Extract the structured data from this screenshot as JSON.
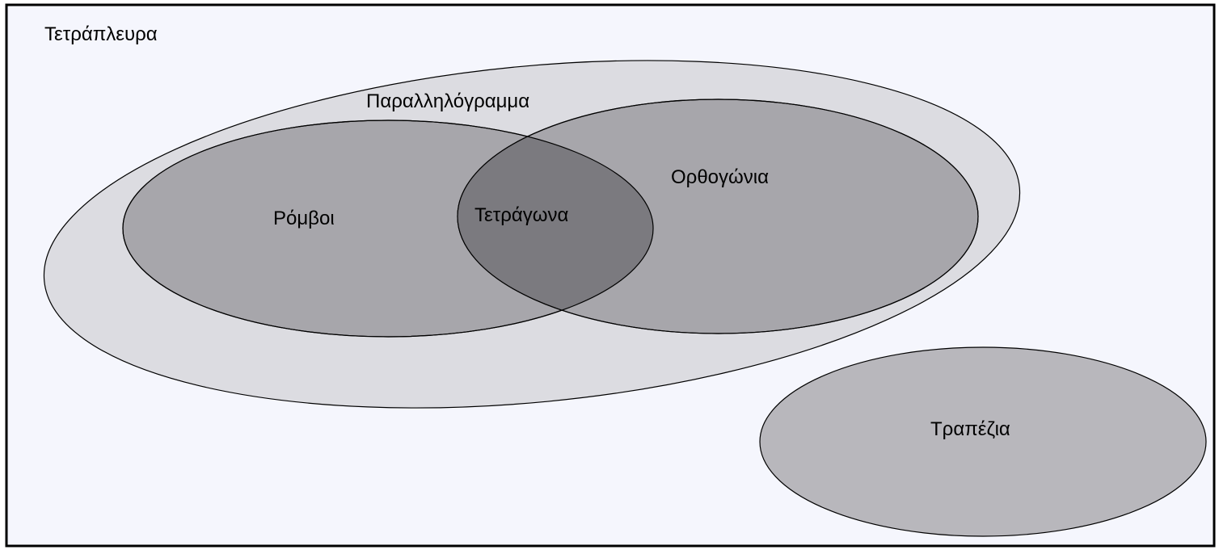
{
  "diagram": {
    "universe_label": "Τετράπλευρα",
    "sets": {
      "parallelograms": {
        "label": "Παραλληλόγραμμα"
      },
      "rhombi": {
        "label": "Ρόμβοι"
      },
      "rectangles": {
        "label": "Ορθογώνια"
      },
      "squares": {
        "label": "Τετράγωνα"
      },
      "trapezoids": {
        "label": "Τραπέζια"
      }
    }
  },
  "colors": {
    "background": "#f5f6fd",
    "frame": "#000000",
    "parallelograms_fill": "#dcdce1",
    "rhombi_fill": "#a7a6ab",
    "rectangles_fill": "#a7a6ab",
    "squares_fill": "#7b7a7f",
    "trapezoids_fill": "#b8b7bc",
    "outline": "#000000"
  }
}
